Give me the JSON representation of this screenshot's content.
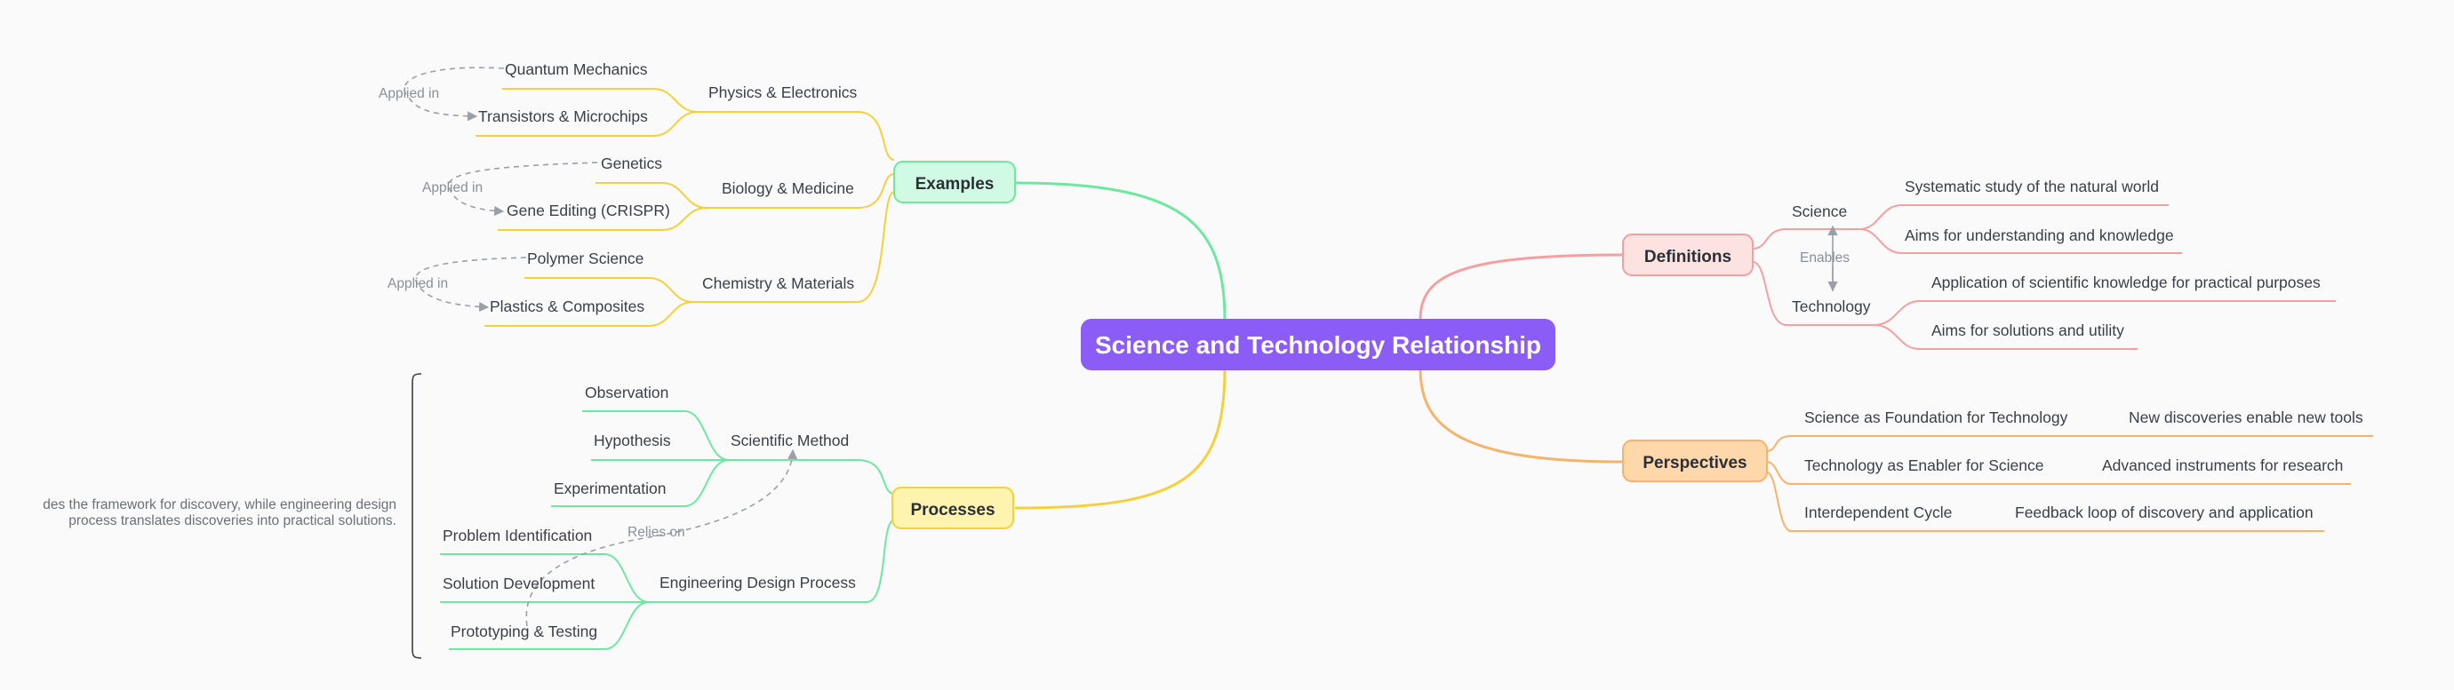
{
  "central": {
    "label": "Science and Technology Relationship"
  },
  "branches": {
    "examples": {
      "label": "Examples",
      "subs": [
        {
          "label": "Physics & Electronics",
          "items": [
            "Quantum Mechanics",
            "Transistors & Microchips"
          ],
          "relation": "Applied in"
        },
        {
          "label": "Biology & Medicine",
          "items": [
            "Genetics",
            "Gene Editing (CRISPR)"
          ],
          "relation": "Applied in"
        },
        {
          "label": "Chemistry & Materials",
          "items": [
            "Polymer Science",
            "Plastics & Composites"
          ],
          "relation": "Applied in"
        }
      ]
    },
    "processes": {
      "label": "Processes",
      "subs": [
        {
          "label": "Scientific Method",
          "items": [
            "Observation",
            "Hypothesis",
            "Experimentation"
          ]
        },
        {
          "label": "Engineering Design Process",
          "items": [
            "Problem Identification",
            "Solution Development",
            "Prototyping & Testing"
          ]
        }
      ],
      "relation": "Relies on",
      "summary": [
        "des the framework for discovery, while engineering design",
        "process translates discoveries into practical solutions."
      ]
    },
    "definitions": {
      "label": "Definitions",
      "subs": [
        {
          "label": "Science",
          "items": [
            "Systematic study of the natural world",
            "Aims for understanding and knowledge"
          ]
        },
        {
          "label": "Technology",
          "items": [
            "Application of scientific knowledge for practical purposes",
            "Aims for solutions and utility"
          ]
        }
      ],
      "relation": "Enables"
    },
    "perspectives": {
      "label": "Perspectives",
      "subs": [
        {
          "label": "Science as Foundation for Technology",
          "items": [
            "New discoveries enable new tools"
          ]
        },
        {
          "label": "Technology as Enabler for Science",
          "items": [
            "Advanced instruments for research"
          ]
        },
        {
          "label": "Interdependent Cycle",
          "items": [
            "Feedback loop of discovery and application"
          ]
        }
      ]
    }
  },
  "colors": {
    "central": "#8b5cf6",
    "examples": "#6ee7a0",
    "examples_fill": "#d1fae5",
    "examples_sub": "#f5d03b",
    "processes": "#f5d03b",
    "processes_fill": "#fff3b0",
    "processes_sub": "#6ee7a0",
    "definitions": "#f4a0a0",
    "definitions_fill": "#fde2e2",
    "perspectives": "#f5b36b",
    "perspectives_fill": "#fed7aa",
    "relation": "#9aa0a8"
  }
}
